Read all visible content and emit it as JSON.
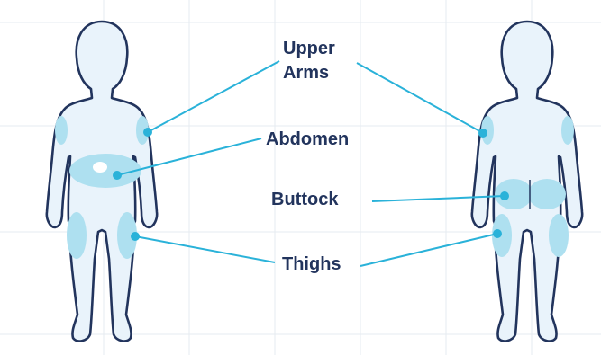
{
  "diagram": {
    "labels": {
      "upper_arms_line1": "Upper",
      "upper_arms_line2": "Arms",
      "abdomen": "Abdomen",
      "buttock": "Buttock",
      "thighs": "Thighs"
    },
    "figures": [
      {
        "view": "front"
      },
      {
        "view": "back"
      }
    ],
    "colors": {
      "background": "#ffffff",
      "grid": "#e6ebf0",
      "body_fill": "#e9f3fb",
      "body_outline": "#22345d",
      "zone_fill": "#aee0f0",
      "leader": "#2ab2d9",
      "label_text": "#22345d"
    }
  }
}
